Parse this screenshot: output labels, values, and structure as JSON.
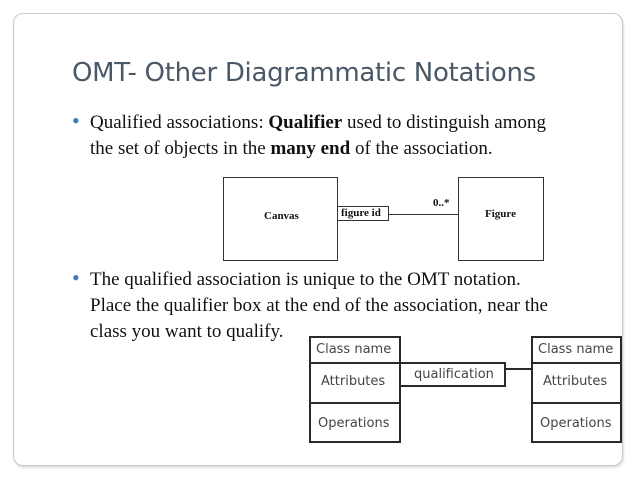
{
  "slide": {
    "title": "OMT- Other Diagrammatic Notations",
    "bullet1": {
      "line1_pre": "Qualified associations: ",
      "line1_bold": "Qualifier",
      "line1_post": " used to distinguish among",
      "line2_pre": "the set of objects in the ",
      "line2_bold": "many end",
      "line2_post": " of the association."
    },
    "bullet2": {
      "line1": " The qualified association is unique to the OMT notation.",
      "line2": "Place the qualifier box at the end of the association, near the",
      "line3": "class you want to qualify."
    }
  },
  "diagram1": {
    "left_class": "Canvas",
    "qualifier": "figure id",
    "multiplicity": "0..*",
    "right_class": "Figure"
  },
  "diagram2": {
    "left_class": {
      "name": "Class name",
      "attributes": "Attributes",
      "operations": "Operations"
    },
    "qualifier": "qualification",
    "right_class": {
      "name": "Class name",
      "attributes": "Attributes",
      "operations": "Operations"
    }
  }
}
